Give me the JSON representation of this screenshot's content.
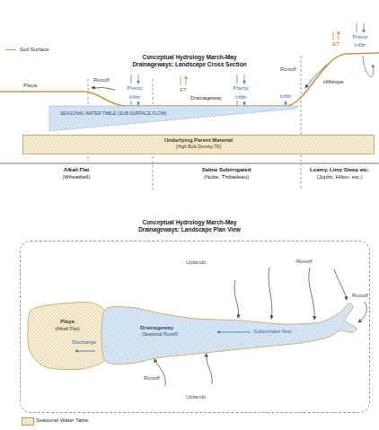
{
  "diagram": {
    "title": "Conceptual Hydrology March-May",
    "nodes": [
      {
        "text": [
          "SEASONAL WATER TABLE (SUB-SURFACE FLOW)"
        ]
      },
      {
        "text": [
          "Underlying Parent Material",
          "(High Bulk Density Till)"
        ]
      },
      {
        "text": [
          "Uplands",
          "Uplands"
        ]
      },
      {
        "text": [
          "Playa",
          "(Alkali Flat)"
        ],
        "in": 2
      },
      {
        "text": [
          "Drainageway",
          "(Seasonal Runoff)"
        ],
        "in": 2
      }
    ],
    "labels": [
      "Drainageways: Landscape Cross Section",
      "Playa",
      "Runoff",
      "Precip",
      "Infiltr",
      "ET",
      "Drainageway",
      "Precip",
      "Infiltr",
      "Runoff",
      "Infiltr",
      "Hillslope",
      "ET",
      "Precip",
      "Infiltr",
      "Alkali Flat",
      "(Wheatbelt)",
      "Saline Subirrigated",
      "(Nobe, Thibadeau)",
      "Loamy, Limy Steep etc.",
      "(Joplin, Hillon, etc.)",
      "Conceptual Hydrology March-May",
      "Drainageways: Landscape Plan View",
      "Discharge",
      "Subsurface flow",
      "Runoff",
      "Runoff",
      "Runoff"
    ],
    "legend": [
      {
        "text": "Soil Surface"
      },
      {
        "text": "Seasonal Water Table",
        "color": "#f3e8cc"
      }
    ]
  }
}
